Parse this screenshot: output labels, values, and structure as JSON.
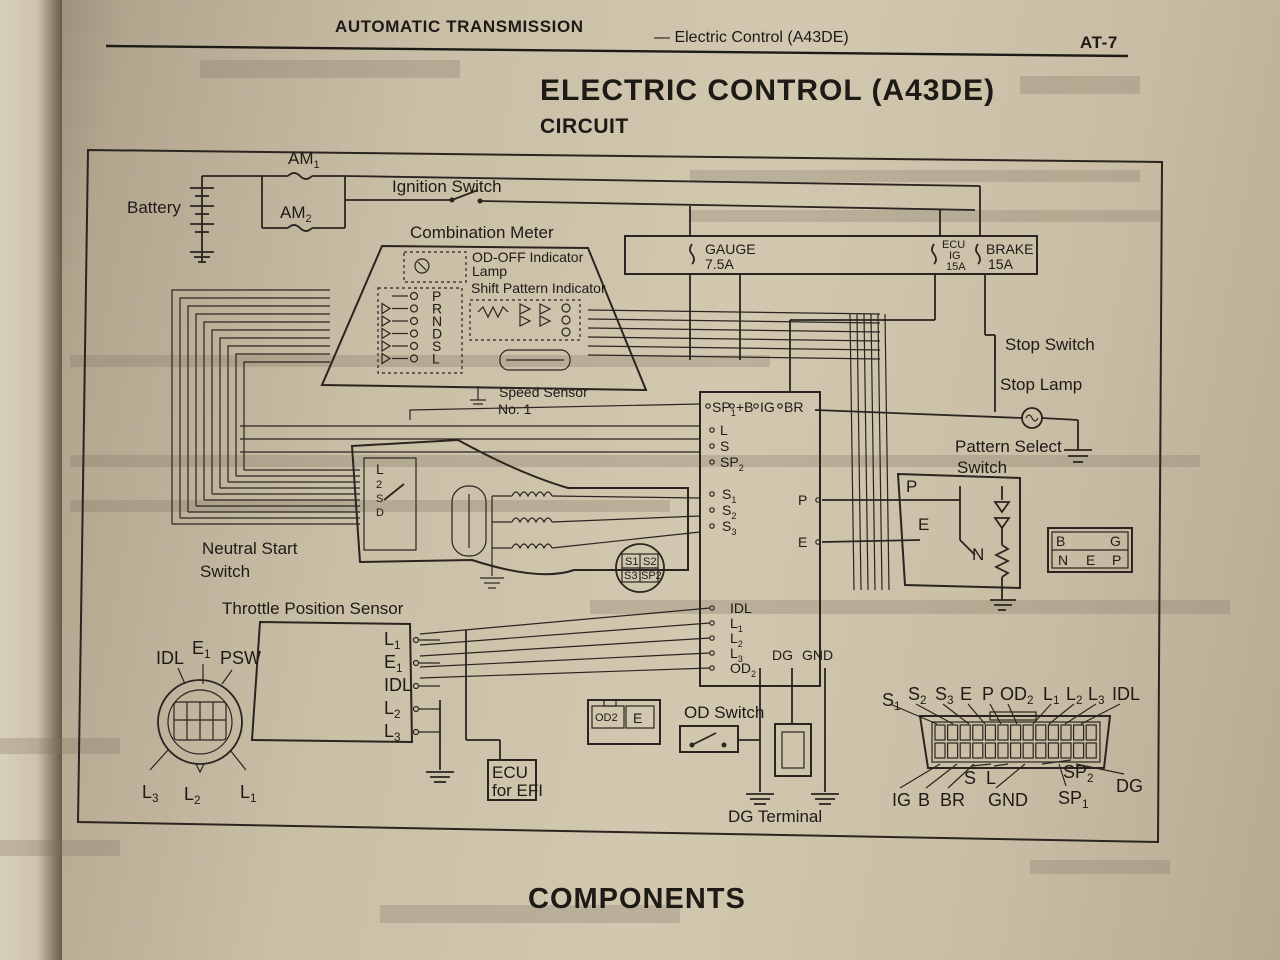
{
  "header": {
    "section": "AUTOMATIC TRANSMISSION",
    "subtitle": "— Electric Control (A43DE)",
    "page_number": "AT-7"
  },
  "title": "ELECTRIC CONTROL (A43DE)",
  "circuit_heading": "CIRCUIT",
  "components_heading": "COMPONENTS",
  "labels": {
    "am1": "AM",
    "am1_sub": "1",
    "am2": "AM",
    "am2_sub": "2",
    "battery": "Battery",
    "ignition_switch": "Ignition Switch",
    "combination_meter": "Combination Meter",
    "od_off_indicator": "OD-OFF Indicator",
    "lamp": "Lamp",
    "shift_pattern_indicator": "Shift Pattern Indicator",
    "gauge": "GAUGE",
    "gauge_amp": "7.5A",
    "ecu_ig": "ECU",
    "ecu_ig2": "IG",
    "ecu_amp": "15A",
    "brake": "BRAKE",
    "brake_amp": "15A",
    "stop_switch": "Stop Switch",
    "stop_lamp": "Stop Lamp",
    "pattern_select": "Pattern Select",
    "pattern_switch": "Switch",
    "speed_sensor": "Speed Sensor",
    "speed_no": "No. 1",
    "neutral_start": "Neutral Start",
    "neutral_switch": "Switch",
    "throttle_position_sensor": "Throttle Position Sensor",
    "od_switch": "OD Switch",
    "dg_terminal": "DG Terminal",
    "ecu_for_efi_1": "ECU",
    "ecu_for_efi_2": "for EFI"
  },
  "indicator_positions": [
    "P",
    "R",
    "N",
    "D",
    "S",
    "L"
  ],
  "neutral_start_positions": [
    "L",
    "2",
    "S",
    "D"
  ],
  "tps_terminals_left": [
    "IDL",
    "E1",
    "PSW"
  ],
  "tps_terminals_bottom": [
    "L3",
    "L2",
    "L1"
  ],
  "tps_terminals_right": [
    "L1",
    "E1",
    "IDL",
    "L2",
    "L3"
  ],
  "ecu_terminals": {
    "top": [
      "SP1",
      "+B",
      "IG",
      "BR"
    ],
    "left_upper": [
      "L",
      "S",
      "SP2"
    ],
    "left_solenoid": [
      "S1",
      "S2",
      "S3"
    ],
    "left_lower": [
      "IDL",
      "L1",
      "L2",
      "L3",
      "OD2"
    ],
    "right": [
      "P",
      "E"
    ],
    "bottom": [
      "DG",
      "GND"
    ]
  },
  "pattern_switch_positions": [
    "P",
    "E",
    "N"
  ],
  "solenoid_connector": [
    "S1",
    "S3",
    "S2",
    "SP2"
  ],
  "od_connector": [
    "OD2",
    "E"
  ],
  "pattern_connector": [
    "B",
    "G",
    "N",
    "E",
    "P"
  ],
  "ecu_connector_top": [
    "S1",
    "S2",
    "S3",
    "E",
    "P",
    "OD2",
    "L1",
    "L2",
    "L3",
    "IDL"
  ],
  "ecu_connector_bottom": [
    "IG",
    "B",
    "BR",
    "S",
    "L",
    "GND",
    "SP2",
    "SP1",
    "DG"
  ]
}
